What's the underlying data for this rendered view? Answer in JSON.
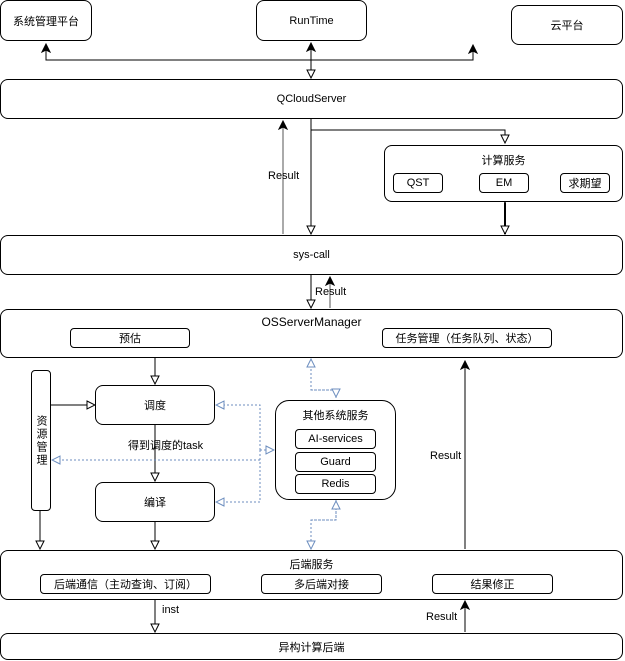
{
  "top": {
    "system_mgmt": "系统管理平台",
    "runtime": "RunTime",
    "cloud": "云平台"
  },
  "qcloudserver": "QCloudServer",
  "compute_service": {
    "title": "计算服务",
    "items": [
      "QST",
      "EM",
      "求期望"
    ]
  },
  "syscall": "sys-call",
  "osserver": {
    "title": "OSServerManager",
    "estimate": "预估",
    "task_mgmt": "任务管理（任务队列、状态）"
  },
  "resource_mgmt": "资源管理",
  "schedule": "调度",
  "compile": "编译",
  "scheduled_task_label": "得到调度的task",
  "other_services": {
    "title": "其他系统服务",
    "items": [
      "AI-services",
      "Guard",
      "Redis"
    ]
  },
  "backend_service": {
    "title": "后端服务",
    "items": [
      "后端通信（主动查询、订阅）",
      "多后端对接",
      "结果修正"
    ]
  },
  "hetero_backend": "异构计算后端",
  "edge_labels": {
    "result_qcloud": "Result",
    "result_syscall": "Result",
    "result_os": "Result",
    "result_backend": "Result",
    "inst": "inst"
  },
  "colors": {
    "line": "#000000",
    "dashed_blue": "#6c8ebf"
  }
}
